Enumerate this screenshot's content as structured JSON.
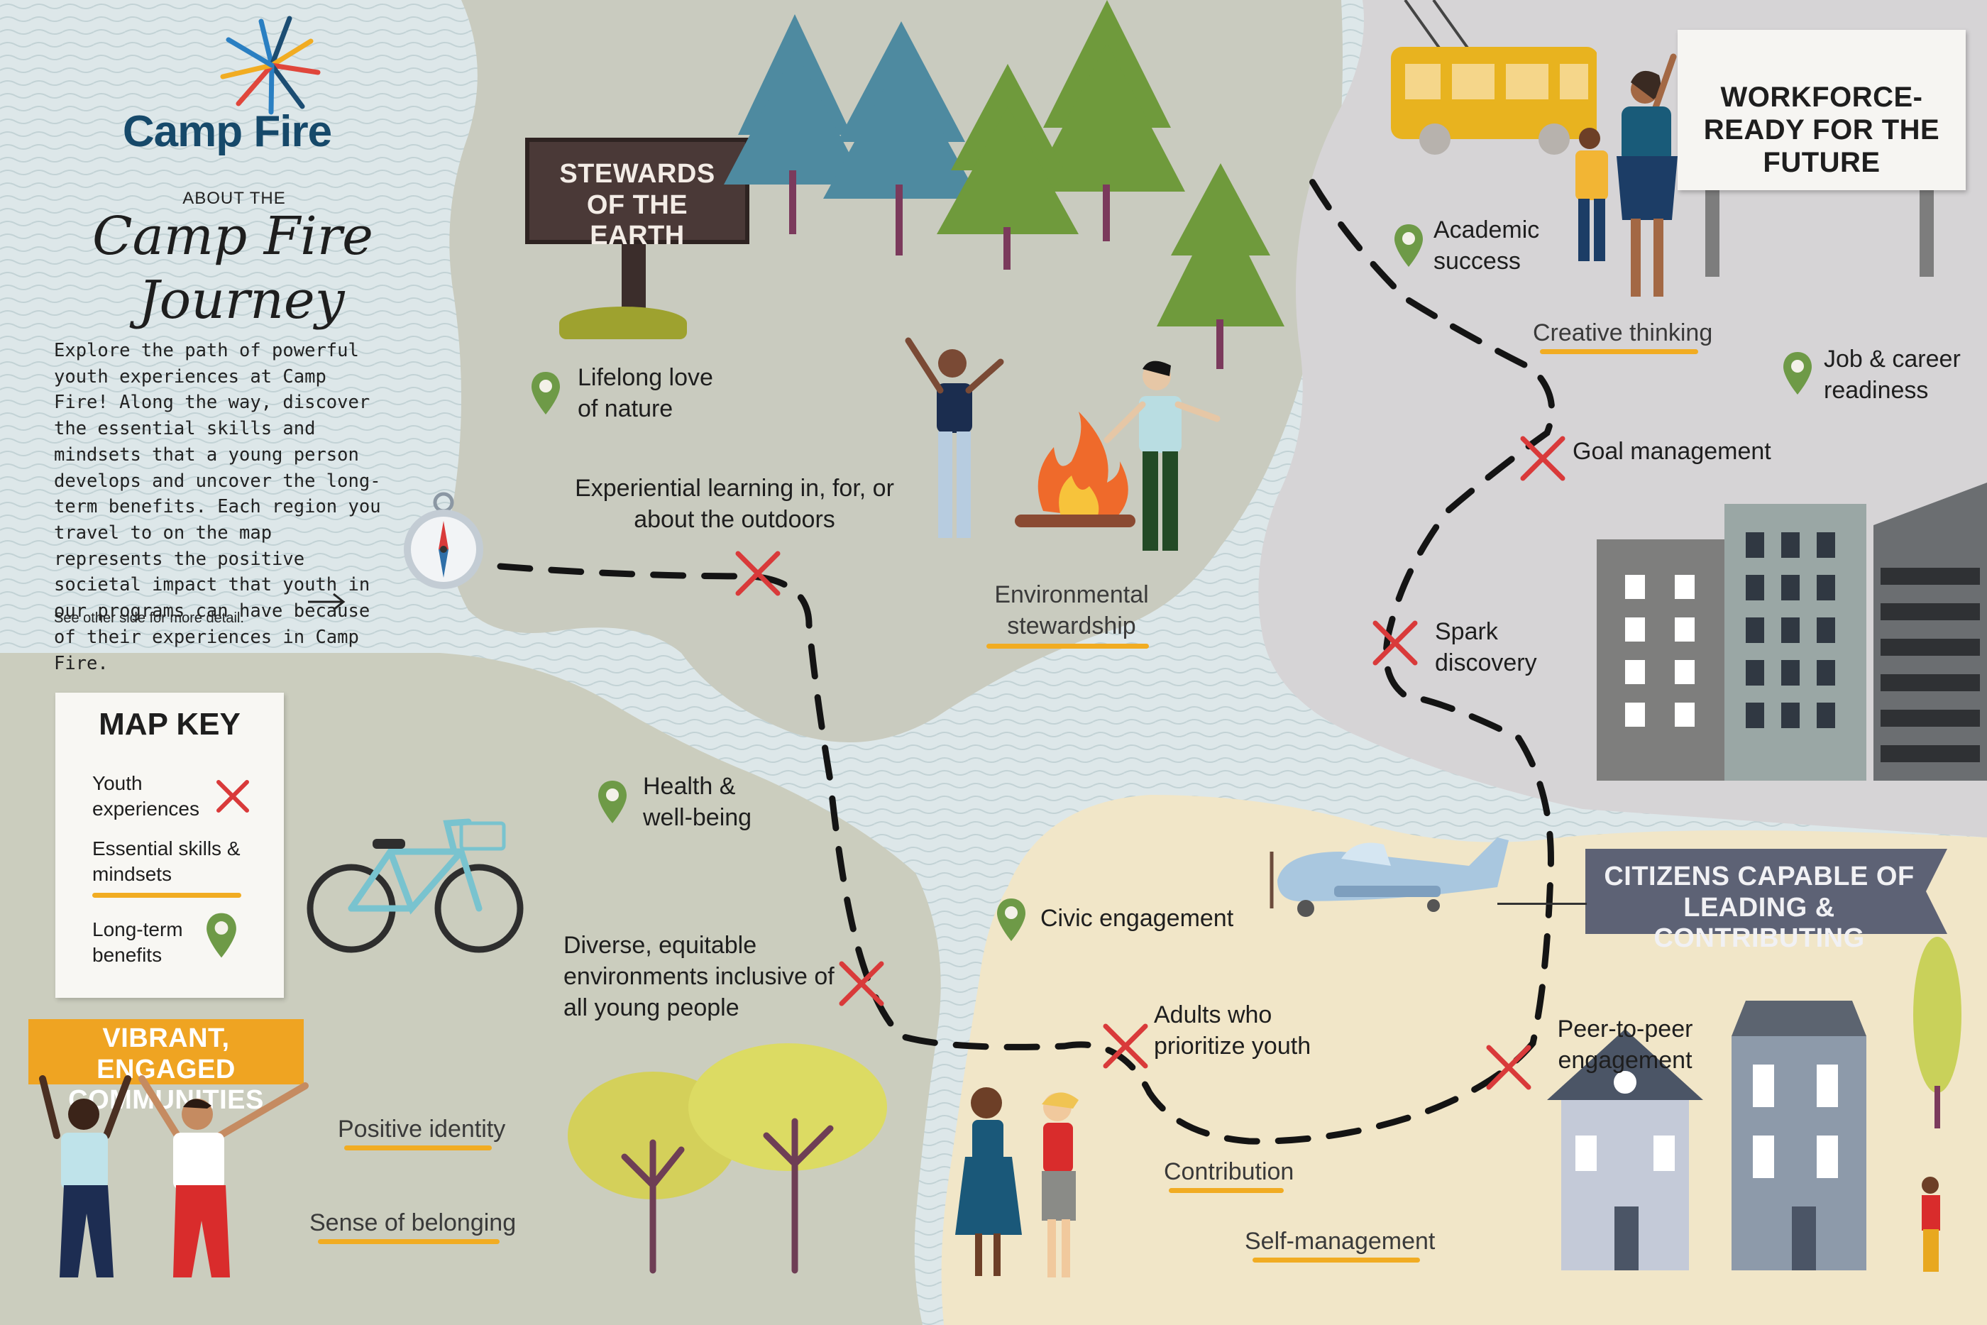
{
  "brand": {
    "name": "Camp Fire"
  },
  "intro": {
    "about": "ABOUT THE",
    "script_title_line1": "Camp Fire",
    "script_title_line2": "Journey",
    "body": "Explore the path of powerful youth experiences at Camp Fire! Along the way, discover the essential skills and mindsets that a young person develops and uncover the long-term benefits. Each region you travel to on the map represents the positive societal impact that youth in our programs can have because of their experiences in Camp Fire.",
    "see_other": "See other side for more detail."
  },
  "map_key": {
    "title": "MAP KEY",
    "youth_experiences": "Youth experiences",
    "essential_skills": "Essential skills & mindsets",
    "long_term_benefits": "Long-term benefits"
  },
  "regions": {
    "stewards": "STEWARDS OF THE EARTH",
    "workforce": "WORKFORCE-READY FOR THE FUTURE",
    "citizens": "CITIZENS CAPABLE OF LEADING & CONTRIBUTING",
    "communities": "VIBRANT, ENGAGED COMMUNITIES"
  },
  "benefits": {
    "nature": "Lifelong love of nature",
    "academic": "Academic success",
    "job": "Job & career readiness",
    "health": "Health & well-being",
    "civic": "Civic engagement"
  },
  "experiences": {
    "outdoors": "Experiential learning in, for, or about the outdoors",
    "goal": "Goal management",
    "spark": "Spark discovery",
    "diverse": "Diverse, equitable environments inclusive of all young people",
    "adults": "Adults who prioritize youth",
    "peer": "Peer-to-peer engagement"
  },
  "skills": {
    "environmental": "Environmental stewardship",
    "creative": "Creative thinking",
    "identity": "Positive identity",
    "belonging": "Sense of belonging",
    "contribution": "Contribution",
    "self_management": "Self-management"
  },
  "colors": {
    "x_red": "#d93a3a",
    "pin_green": "#6e9a47",
    "skill_underline": "#f1ac22",
    "region_sign_slate": "#5d6275",
    "region_sign_brown": "#4a3937",
    "banner_orange": "#efa422",
    "brand_navy": "#16496a",
    "path": "#141414"
  }
}
